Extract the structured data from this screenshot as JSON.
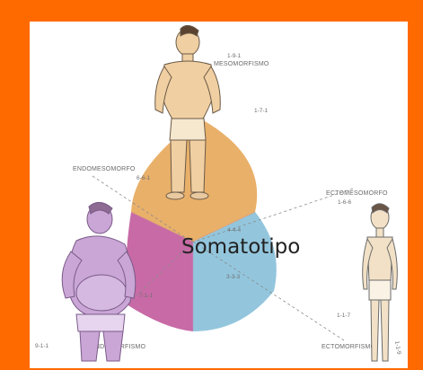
{
  "frame_color": "#ff6a00",
  "title": "Somatotipo",
  "labels": {
    "mesomorfismo": "MESOMORFISMO",
    "endomesomorfo": "ENDOMESOMORFO",
    "ectomesomorfo": "ECTOMESOMORFO",
    "endomorfismo": "ENDOMORFISMO",
    "ectomorfismo": "ECTOMORFISMO"
  },
  "codes": {
    "c191": "1-9-1",
    "c171": "1-7-1",
    "c661": "6-6-1",
    "c166": "1-6-6",
    "c444": "4-4-4",
    "c333": "3-3-3",
    "c711": "7-1-1",
    "c117": "1-1-7",
    "c911": "9-1-1",
    "c119": "1-1-9"
  },
  "region_colors": {
    "mesomorph": "#e9b06a",
    "endomorph": "#c86aa6",
    "ectomorph": "#93c6dd",
    "figure_endo": "#c9a6d6",
    "figure_meso": "#f0cfa2",
    "figure_ecto": "#f2e1c6"
  },
  "figures": [
    "mesomorph-figure",
    "endomorph-figure",
    "ectomorph-figure"
  ]
}
